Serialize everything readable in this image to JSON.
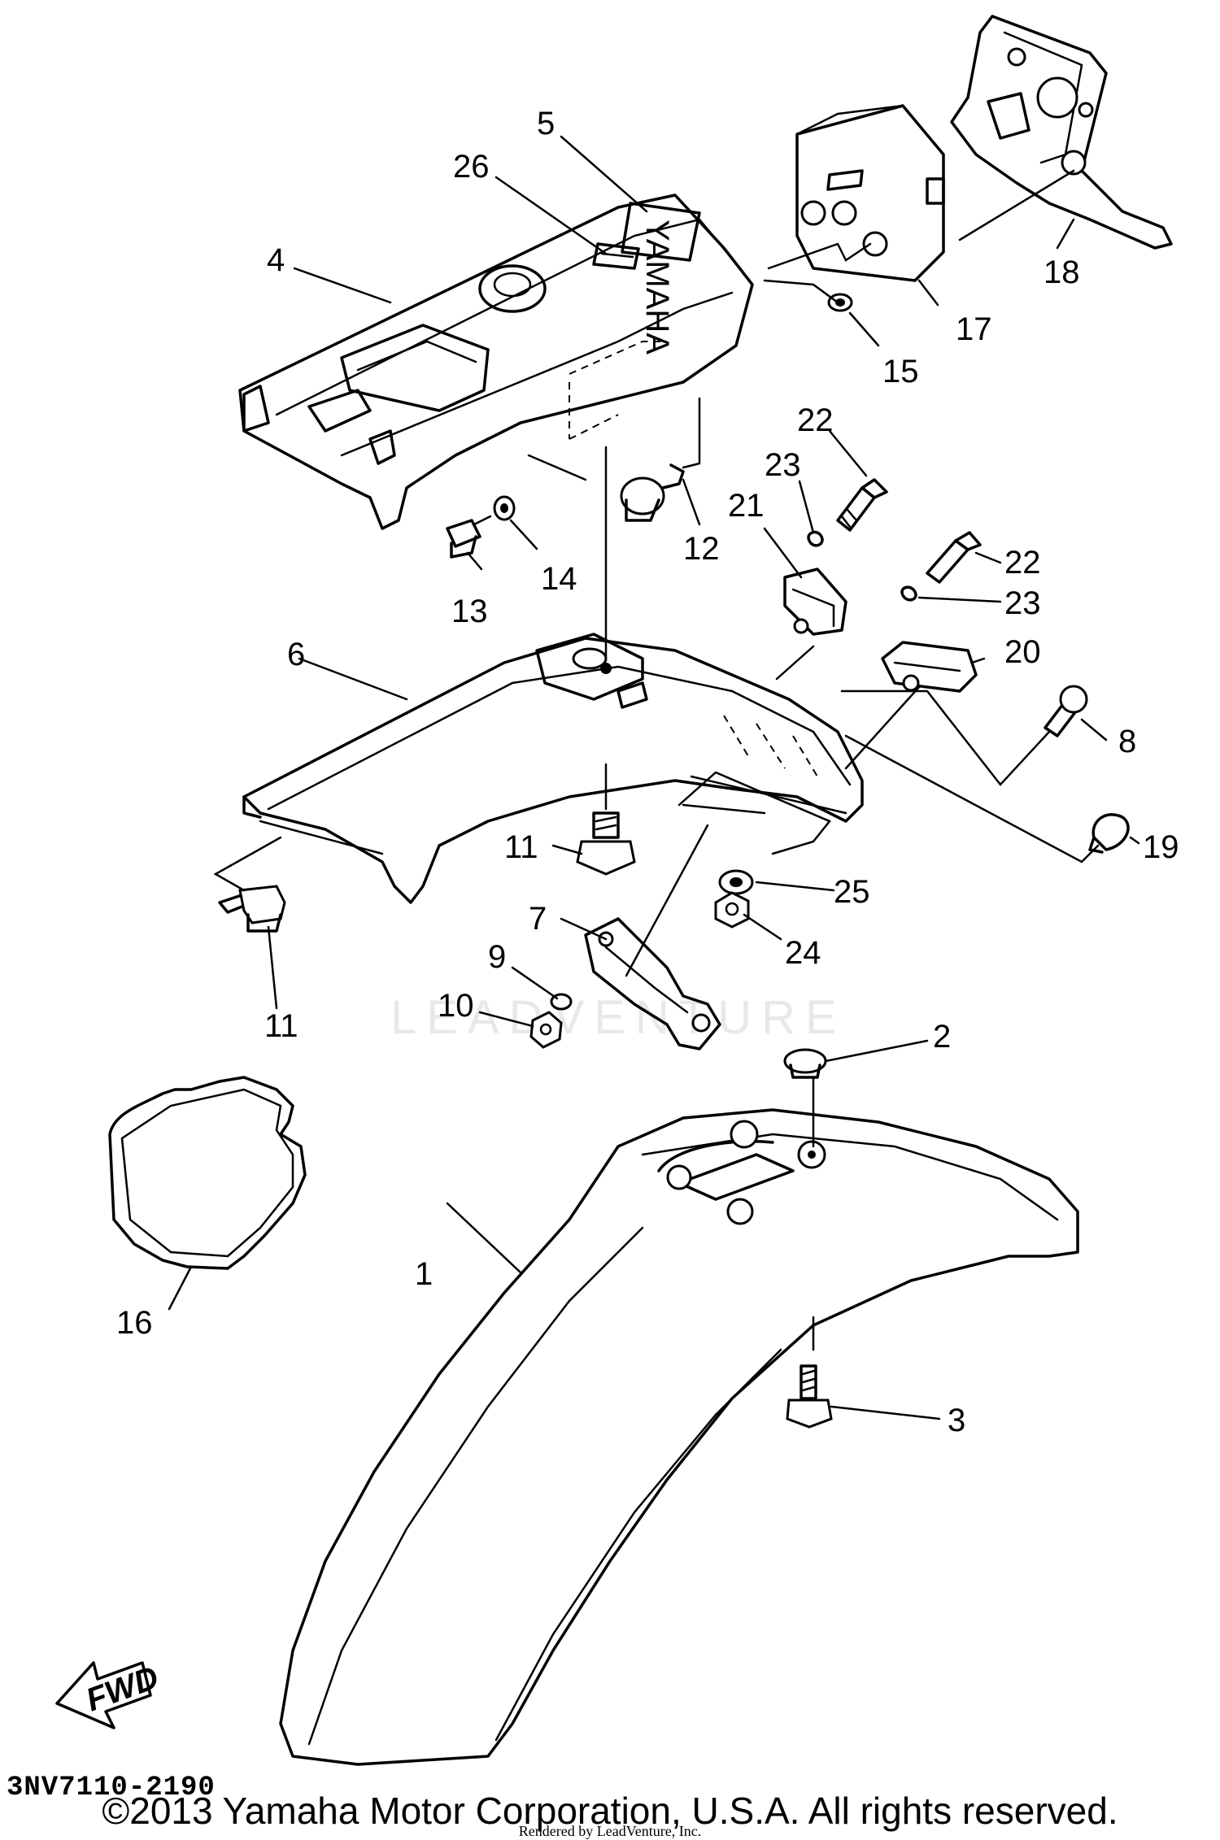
{
  "diagram": {
    "callouts": {
      "c1": "1",
      "c2": "2",
      "c3": "3",
      "c4": "4",
      "c5": "5",
      "c6": "6",
      "c7": "7",
      "c8": "8",
      "c9": "9",
      "c10": "10",
      "c11a": "11",
      "c11b": "11",
      "c12": "12",
      "c13": "13",
      "c14": "14",
      "c15": "15",
      "c16": "16",
      "c17": "17",
      "c18": "18",
      "c19": "19",
      "c20": "20",
      "c21": "21",
      "c22a": "22",
      "c22b": "22",
      "c23a": "23",
      "c23b": "23",
      "c24": "24",
      "c25": "25",
      "c26": "26"
    },
    "fwd_label": "FWD",
    "emblem_text": "YAMAHA",
    "watermark_text": "LEADVENTURE",
    "part_code": "3NV7110-2190"
  },
  "footer": {
    "copyright": "©2013 Yamaha Motor Corporation, U.S.A. All rights reserved.",
    "rendered_by": "Rendered by LeadVenture, Inc."
  }
}
